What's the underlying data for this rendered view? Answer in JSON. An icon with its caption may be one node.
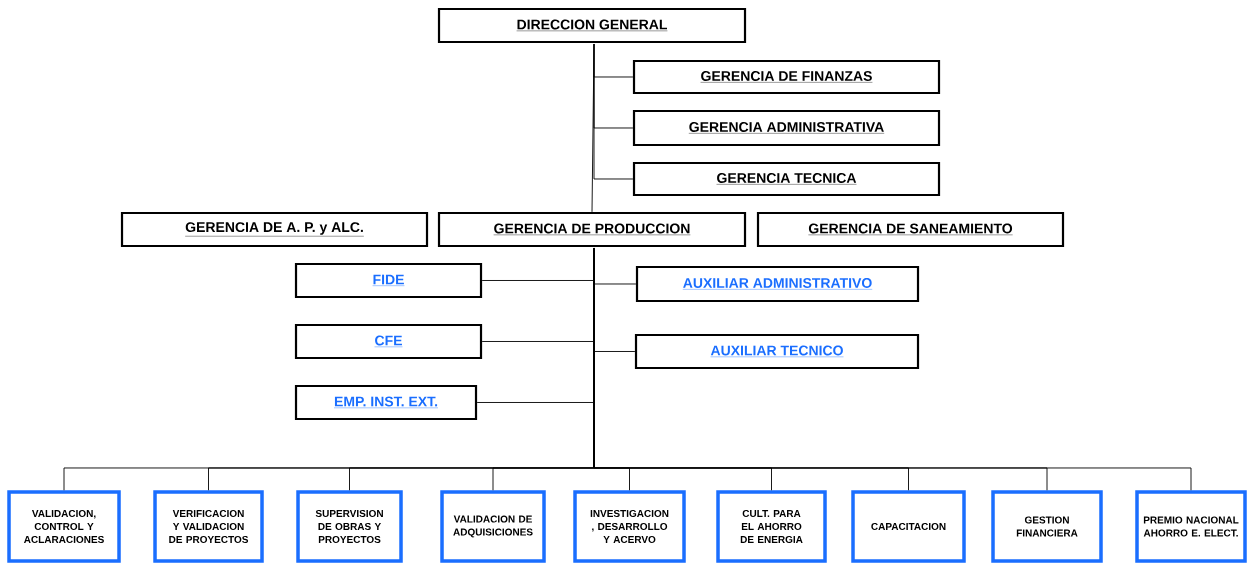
{
  "diagram": {
    "nodes": [
      {
        "text": [
          "DIRECCION GENERAL"
        ]
      },
      {
        "text": [
          "GERENCIA DE FINANZAS"
        ]
      },
      {
        "text": [
          "GERENCIA ADMINISTRATIVA"
        ]
      },
      {
        "text": [
          "GERENCIA TECNICA"
        ]
      },
      {
        "text": [
          "GERENCIA DE A. P. y ALC."
        ]
      },
      {
        "text": [
          "GERENCIA DE PRODUCCION"
        ]
      },
      {
        "text": [
          "GERENCIA DE SANEAMIENTO"
        ]
      },
      {
        "text": [
          "FIDE"
        ]
      },
      {
        "text": [
          "AUXILIAR ADMINISTRATIVO"
        ]
      },
      {
        "text": [
          "CFE"
        ]
      },
      {
        "text": [
          "AUXILIAR TECNICO"
        ]
      },
      {
        "text": [
          "EMP. INST. EXT."
        ]
      },
      {
        "text": [
          "VALIDACION, CONTROL Y ACLARACIONES"
        ]
      },
      {
        "text": [
          "VERIFICACION Y VALIDACION DE PROYECTOS"
        ]
      },
      {
        "text": [
          "SUPERVISION DE OBRAS Y PROYECTOS"
        ]
      },
      {
        "text": [
          "VALIDACION DE ADQUISICIONES"
        ]
      },
      {
        "text": [
          "INVESTIGACION , DESARROLLO Y ACERVO"
        ]
      },
      {
        "text": [
          "CULT. PARA EL AHORRO DE ENERGIA"
        ]
      },
      {
        "text": [
          "CAPACITACION"
        ]
      },
      {
        "text": [
          "GESTION FINANCIERA"
        ]
      },
      {
        "text": [
          "PREMIO NACIONAL AHORRO E. ELECT."
        ]
      }
    ],
    "edges": [
      {
        "from": 0,
        "to": 1,
        "arrow": "none"
      },
      {
        "from": 0,
        "to": 2,
        "arrow": "none"
      },
      {
        "from": 0,
        "to": 3,
        "arrow": "none"
      },
      {
        "from": 0,
        "to": 5,
        "arrow": "none"
      },
      {
        "from": 5,
        "to": 7,
        "arrow": "none"
      },
      {
        "from": 5,
        "to": 8,
        "arrow": "none"
      },
      {
        "from": 5,
        "to": 9,
        "arrow": "none"
      },
      {
        "from": 5,
        "to": 10,
        "arrow": "none"
      },
      {
        "from": 5,
        "to": 11,
        "arrow": "none"
      },
      {
        "from": 5,
        "to": 12,
        "arrow": "none"
      },
      {
        "from": 5,
        "to": 13,
        "arrow": "none"
      },
      {
        "from": 5,
        "to": 14,
        "arrow": "none"
      },
      {
        "from": 5,
        "to": 15,
        "arrow": "none"
      },
      {
        "from": 5,
        "to": 16,
        "arrow": "none"
      },
      {
        "from": 5,
        "to": 17,
        "arrow": "none"
      },
      {
        "from": 5,
        "to": 18,
        "arrow": "none"
      },
      {
        "from": 5,
        "to": 19,
        "arrow": "none"
      },
      {
        "from": 5,
        "to": 20,
        "arrow": "none"
      }
    ]
  }
}
